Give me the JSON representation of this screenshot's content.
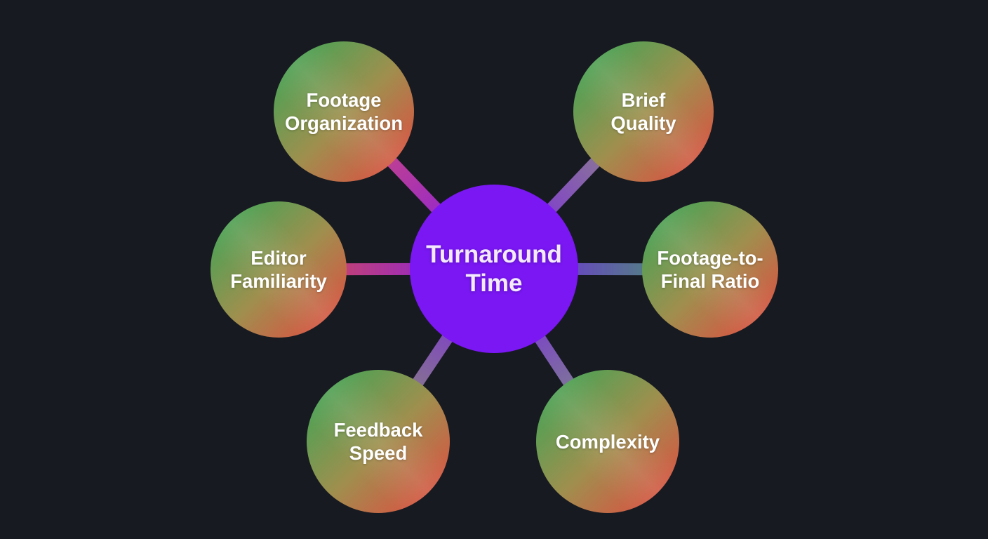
{
  "diagram": {
    "type": "hub-and-spoke mind map",
    "center": {
      "label": "Turnaround\nTime"
    },
    "nodes": [
      {
        "id": "footage-organization",
        "label": "Footage\nOrganization",
        "position": "top-left"
      },
      {
        "id": "brief-quality",
        "label": "Brief\nQuality",
        "position": "top-right"
      },
      {
        "id": "editor-familiarity",
        "label": "Editor\nFamiliarity",
        "position": "left"
      },
      {
        "id": "footage-to-final-ratio",
        "label": "Footage-to-\nFinal Ratio",
        "position": "right"
      },
      {
        "id": "feedback-speed",
        "label": "Feedback\nSpeed",
        "position": "bottom-left"
      },
      {
        "id": "complexity",
        "label": "Complexity",
        "position": "bottom-right"
      }
    ],
    "colors": {
      "background": "#171a21",
      "center_fill": "#7a17f3",
      "node_gradient_start": "#31a857",
      "node_gradient_end": "#e8433f",
      "label_text": "#ffffff"
    }
  }
}
